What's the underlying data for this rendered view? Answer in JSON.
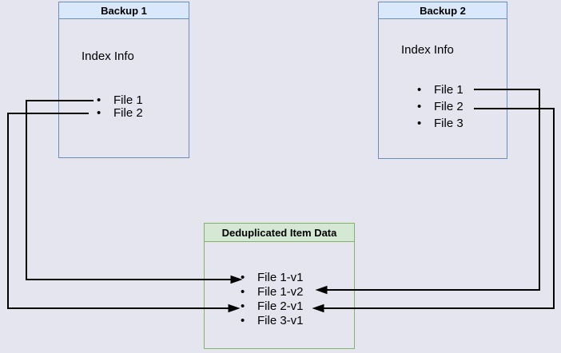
{
  "diagram": {
    "background_color": "#e4e5ef",
    "backup1": {
      "title": "Backup 1",
      "subtitle": "Index Info",
      "items": [
        "File 1",
        "File 2"
      ]
    },
    "backup2": {
      "title": "Backup 2",
      "subtitle": "Index Info",
      "items": [
        "File 1",
        "File 2",
        "File 3"
      ]
    },
    "dedup": {
      "title": "Deduplicated Item Data",
      "items": [
        "File 1-v1",
        "File 1-v2",
        "File 2-v1",
        "File 3-v1"
      ]
    },
    "colors": {
      "blue_box_stroke": "#6c8ebf",
      "blue_box_header_fill": "#dae8fc",
      "green_box_stroke": "#82b366",
      "green_box_header_fill": "#d5e8d4",
      "connector": "#000000"
    },
    "connections": [
      {
        "from": "Backup 1 / File 1",
        "to": "Deduplicated Item Data / File 1-v1",
        "side": "left"
      },
      {
        "from": "Backup 1 / File 2",
        "to": "Deduplicated Item Data / File 2-v1",
        "side": "left"
      },
      {
        "from": "Backup 2 / File 1",
        "to": "Deduplicated Item Data / File 1-v2",
        "side": "right"
      },
      {
        "from": "Backup 2 / File 2",
        "to": "Deduplicated Item Data / File 2-v1",
        "side": "right"
      }
    ]
  }
}
